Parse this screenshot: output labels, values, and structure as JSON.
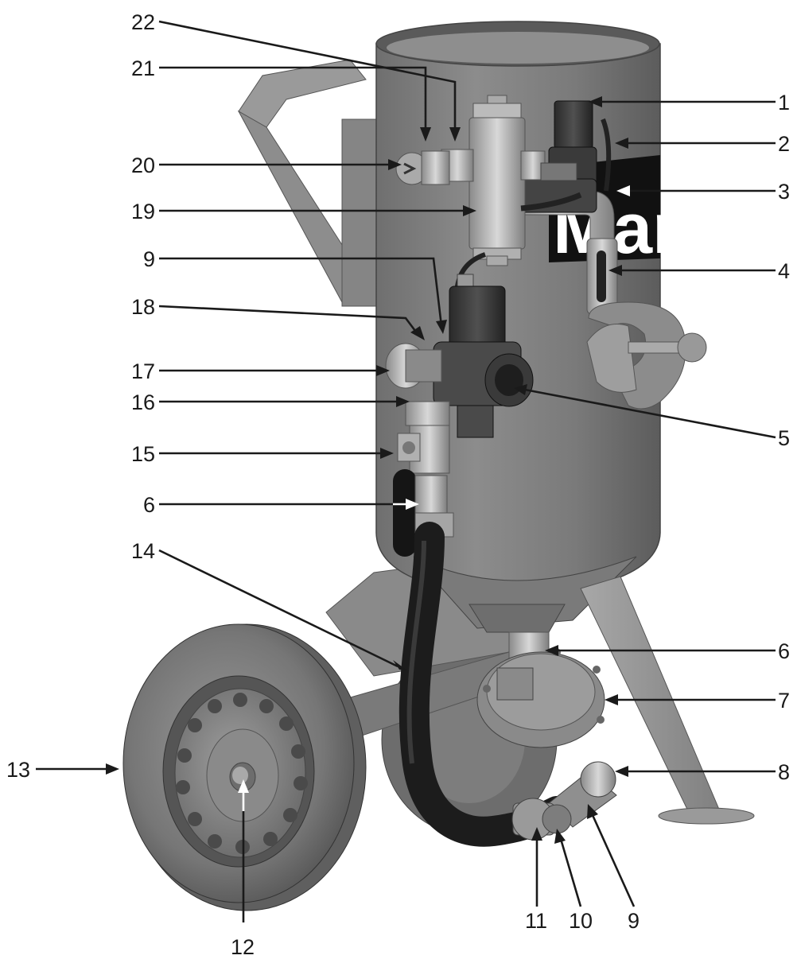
{
  "diagram": {
    "logo_text": "Marco",
    "callouts": [
      {
        "id": "c22",
        "label": "22"
      },
      {
        "id": "c21",
        "label": "21"
      },
      {
        "id": "c20",
        "label": "20"
      },
      {
        "id": "c19",
        "label": "19"
      },
      {
        "id": "c9a",
        "label": "9"
      },
      {
        "id": "c18",
        "label": "18"
      },
      {
        "id": "c17",
        "label": "17"
      },
      {
        "id": "c16",
        "label": "16"
      },
      {
        "id": "c15",
        "label": "15"
      },
      {
        "id": "c6a",
        "label": "6"
      },
      {
        "id": "c14",
        "label": "14"
      },
      {
        "id": "c13",
        "label": "13"
      },
      {
        "id": "c12",
        "label": "12"
      },
      {
        "id": "c1",
        "label": "1"
      },
      {
        "id": "c2",
        "label": "2"
      },
      {
        "id": "c3",
        "label": "3"
      },
      {
        "id": "c4",
        "label": "4"
      },
      {
        "id": "c5",
        "label": "5"
      },
      {
        "id": "c6b",
        "label": "6"
      },
      {
        "id": "c7",
        "label": "7"
      },
      {
        "id": "c8",
        "label": "8"
      },
      {
        "id": "c11",
        "label": "11"
      },
      {
        "id": "c10",
        "label": "10"
      },
      {
        "id": "c9b",
        "label": "9"
      }
    ]
  }
}
